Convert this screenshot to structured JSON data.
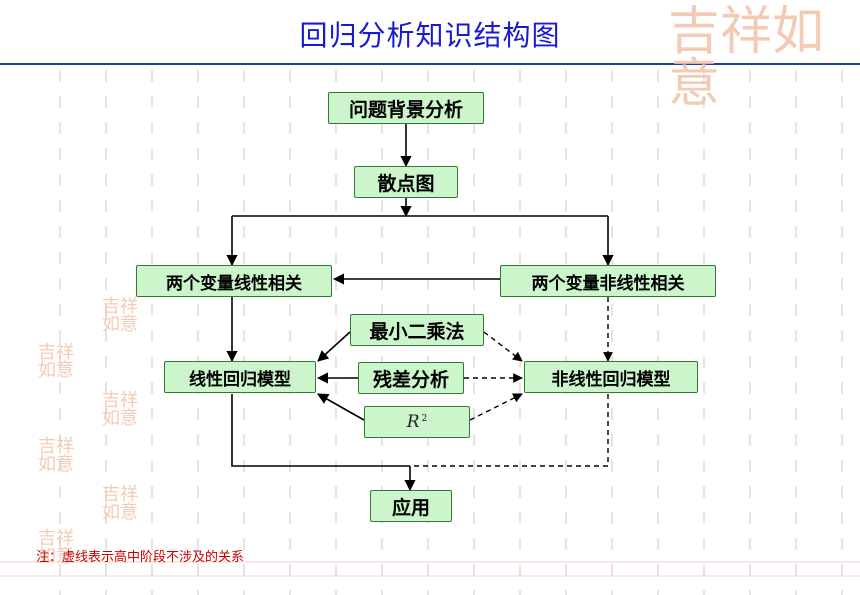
{
  "title": "回归分析知识结构图",
  "nodes": {
    "background": "问题背景分析",
    "scatter": "散点图",
    "linear_corr": "两个变量线性相关",
    "nonlinear_corr": "两个变量非线性相关",
    "least_squares": "最小二乘法",
    "residual": "残差分析",
    "r2_base": "R",
    "r2_exp": "2",
    "linear_model": "线性回归模型",
    "nonlinear_model": "非线性回归模型",
    "application": "应用"
  },
  "note": "注：虚线表示高中阶段不涉及的关系",
  "decor_seal": "吉祥如意",
  "colors": {
    "title": "#1a1ad0",
    "node_fill": "#ccf5cc",
    "node_border": "#2e7a2e",
    "note": "#cc0000",
    "rule": "#1f3ea8",
    "seal": "#f2c3a8"
  }
}
